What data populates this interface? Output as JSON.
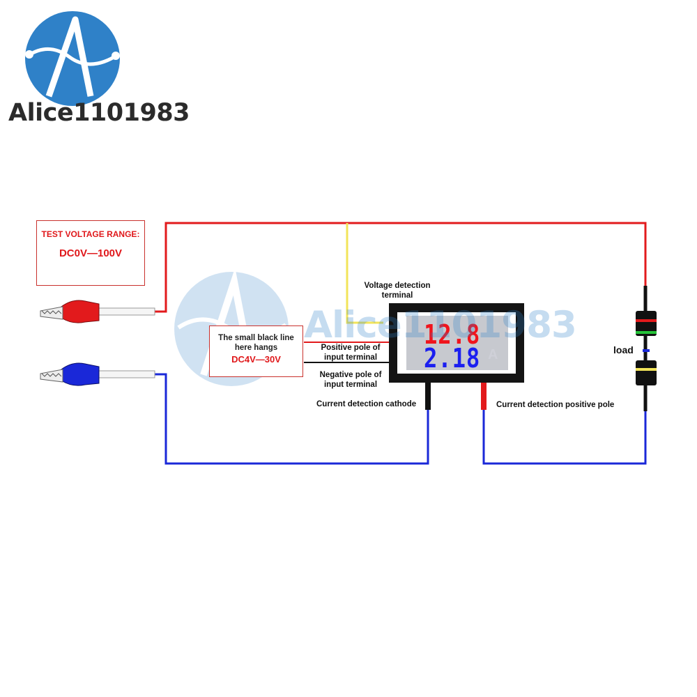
{
  "brand": {
    "name": "Alice1101983"
  },
  "watermark": {
    "text": "Alice1101983"
  },
  "range_box": {
    "title": "TEST VOLTAGE RANGE:",
    "value": "DC0V—100V"
  },
  "hang_box": {
    "line1": "The small black line",
    "line2": "here hangs",
    "value": "DC4V—30V"
  },
  "labels": {
    "voltage_detection_1": "Voltage detection",
    "voltage_detection_2": "terminal",
    "positive_pole_1": "Positive pole of",
    "positive_pole_2": "input terminal",
    "negative_pole_1": "Negative pole of",
    "negative_pole_2": "input terminal",
    "current_cathode": "Current detection cathode",
    "current_positive": "Current detection positive pole",
    "load": "load"
  },
  "meter": {
    "voltage_reading": "12.8",
    "current_reading": "2.18",
    "unit": "A"
  },
  "colors": {
    "positive_wire": "#e21a1c",
    "negative_wire": "#1a28d8",
    "voltage_sense_wire": "#f2e45a",
    "logo_blue": "#2f81c8",
    "label_red": "#e0181b"
  }
}
